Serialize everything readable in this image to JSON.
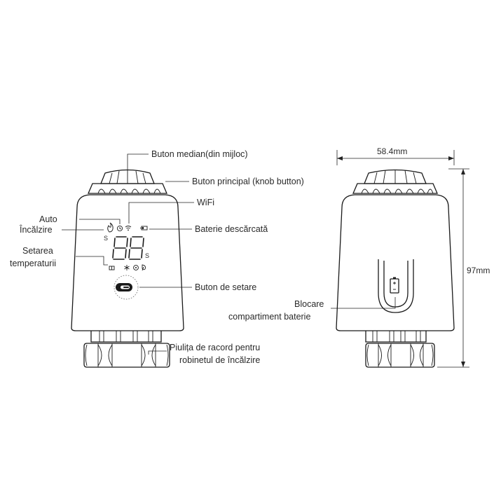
{
  "labels": {
    "middle_button": "Buton median(din mijloc)",
    "knob_button": "Buton principal (knob button)",
    "wifi": "WiFi",
    "auto": "Auto",
    "heating": "Încălzire",
    "low_battery": "Baterie descărcată",
    "temp_setting_1": "Setarea",
    "temp_setting_2": "temperaturii",
    "setting_button": "Buton de setare",
    "battery_lock_1": "Blocare",
    "battery_lock_2": "compartiment baterie",
    "nut_1": "Piulița de racord pentru",
    "nut_2": "robinetul de încălzire"
  },
  "dimensions": {
    "width": "58.4mm",
    "height": "97mm"
  },
  "display": {
    "digits": "88",
    "side_marks": "S"
  },
  "icons": {
    "flame": "flame-icon",
    "clock": "clock-icon",
    "wifi": "wifi-icon",
    "battery": "battery-low-icon",
    "window": "window-icon",
    "snowflake": "snowflake-icon",
    "gear": "gear-icon",
    "leaf": "leaf-icon",
    "button": "setting-button-icon",
    "battery_compartment": "battery-compartment-icon"
  }
}
